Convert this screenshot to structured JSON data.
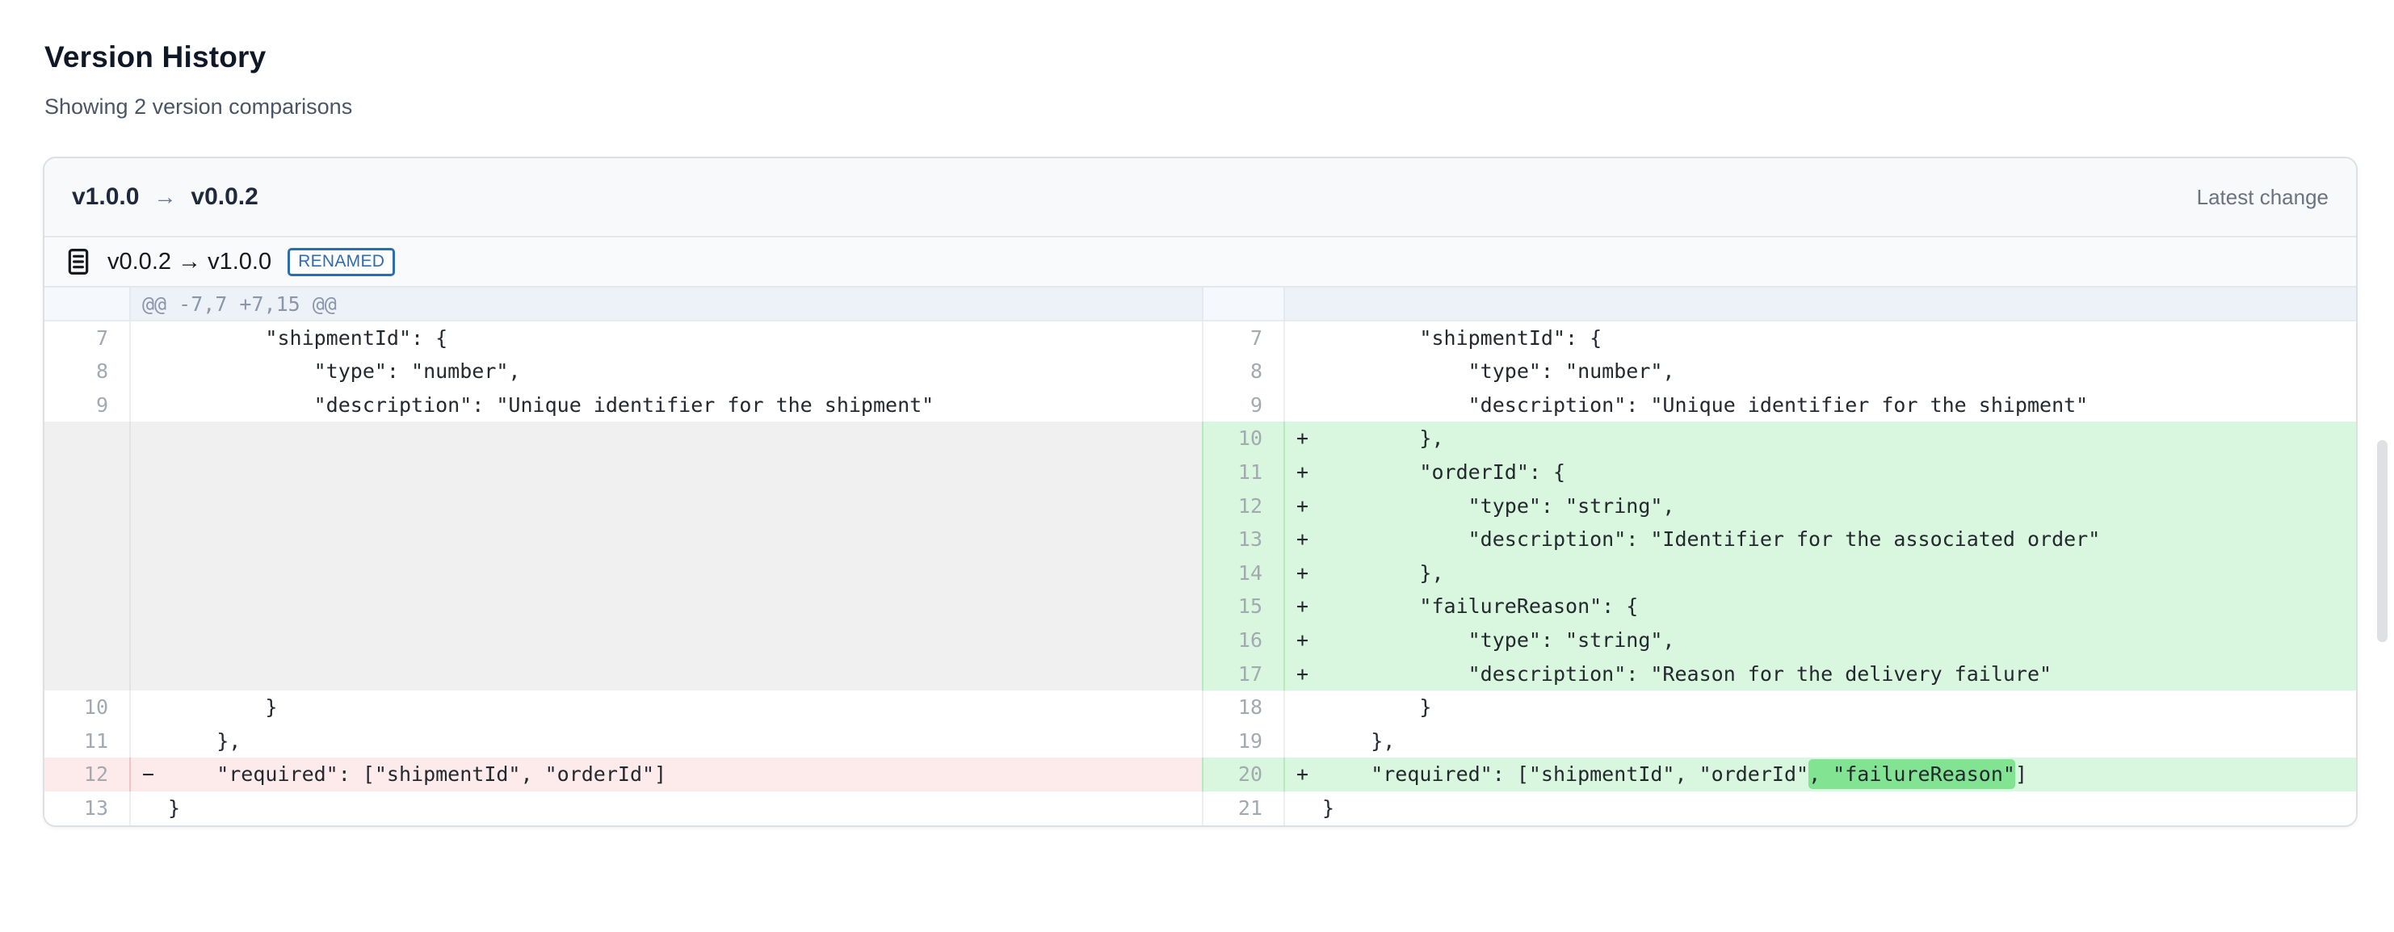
{
  "page": {
    "title": "Version History",
    "subtitle": "Showing 2 version comparisons"
  },
  "comparison": {
    "from_version": "v1.0.0",
    "arrow": "→",
    "to_version": "v0.0.2",
    "latest_label": "Latest change",
    "file": {
      "name": "v0.0.2 → v1.0.0",
      "badge": "RENAMED",
      "icon": "file-text-icon"
    }
  },
  "colors": {
    "added_line_bg": "#d9f7de",
    "removed_line_bg": "#fdebec",
    "word_highlight": "#82e492",
    "empty_placeholder_bg": "#f0f0f0",
    "hunk_header_bg": "#edf2f9",
    "badge_blue": "#2d6cb2"
  },
  "diff": {
    "hunk_header": "@@ -7,7 +7,15 @@",
    "rows": [
      {
        "left": {
          "kind": "hunk",
          "text": "@@ -7,7 +7,15 @@"
        },
        "right": {
          "kind": "hunk",
          "text": ""
        }
      },
      {
        "left": {
          "kind": "context",
          "num": "7",
          "text": "        \"shipmentId\": {"
        },
        "right": {
          "kind": "context",
          "num": "7",
          "text": "        \"shipmentId\": {"
        }
      },
      {
        "left": {
          "kind": "context",
          "num": "8",
          "text": "            \"type\": \"number\","
        },
        "right": {
          "kind": "context",
          "num": "8",
          "text": "            \"type\": \"number\","
        }
      },
      {
        "left": {
          "kind": "context",
          "num": "9",
          "text": "            \"description\": \"Unique identifier for the shipment\""
        },
        "right": {
          "kind": "context",
          "num": "9",
          "text": "            \"description\": \"Unique identifier for the shipment\""
        }
      },
      {
        "left": {
          "kind": "empty"
        },
        "right": {
          "kind": "added",
          "num": "10",
          "marker": "+",
          "text": "        },"
        }
      },
      {
        "left": {
          "kind": "empty"
        },
        "right": {
          "kind": "added",
          "num": "11",
          "marker": "+",
          "text": "        \"orderId\": {"
        }
      },
      {
        "left": {
          "kind": "empty"
        },
        "right": {
          "kind": "added",
          "num": "12",
          "marker": "+",
          "text": "            \"type\": \"string\","
        }
      },
      {
        "left": {
          "kind": "empty"
        },
        "right": {
          "kind": "added",
          "num": "13",
          "marker": "+",
          "text": "            \"description\": \"Identifier for the associated order\""
        }
      },
      {
        "left": {
          "kind": "empty"
        },
        "right": {
          "kind": "added",
          "num": "14",
          "marker": "+",
          "text": "        },"
        }
      },
      {
        "left": {
          "kind": "empty"
        },
        "right": {
          "kind": "added",
          "num": "15",
          "marker": "+",
          "text": "        \"failureReason\": {"
        }
      },
      {
        "left": {
          "kind": "empty"
        },
        "right": {
          "kind": "added",
          "num": "16",
          "marker": "+",
          "text": "            \"type\": \"string\","
        }
      },
      {
        "left": {
          "kind": "empty"
        },
        "right": {
          "kind": "added",
          "num": "17",
          "marker": "+",
          "text": "            \"description\": \"Reason for the delivery failure\""
        }
      },
      {
        "left": {
          "kind": "context",
          "num": "10",
          "text": "        }"
        },
        "right": {
          "kind": "context",
          "num": "18",
          "text": "        }"
        }
      },
      {
        "left": {
          "kind": "context",
          "num": "11",
          "text": "    },"
        },
        "right": {
          "kind": "context",
          "num": "19",
          "text": "    },"
        }
      },
      {
        "left": {
          "kind": "removed",
          "num": "12",
          "marker": "−",
          "text": "    \"required\": [\"shipmentId\", \"orderId\"]"
        },
        "right": {
          "kind": "added",
          "num": "20",
          "marker": "+",
          "segments": [
            {
              "text": "    \"required\": [\"shipmentId\", \"orderId\""
            },
            {
              "text": ", \"failureReason\"",
              "highlight": true
            },
            {
              "text": "]"
            }
          ]
        }
      },
      {
        "left": {
          "kind": "context",
          "num": "13",
          "text": "}"
        },
        "right": {
          "kind": "context",
          "num": "21",
          "text": "}"
        }
      }
    ]
  }
}
